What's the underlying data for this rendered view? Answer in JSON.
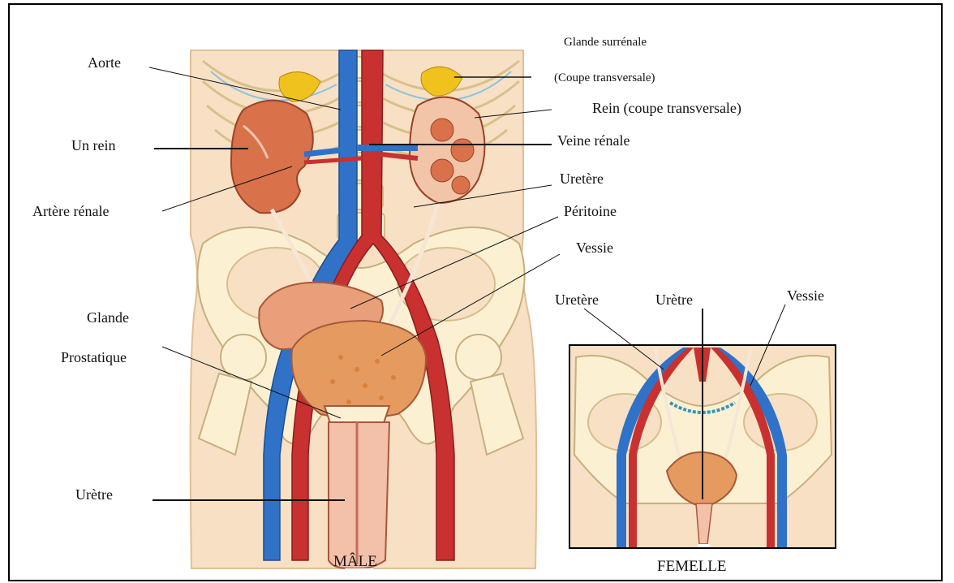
{
  "colors": {
    "skin": "#f7e0c4",
    "bone": "#fbf1d2",
    "artery": "#c8312f",
    "vein": "#2f72c8",
    "organ": "#d9714a",
    "bladder": "#e59b5f",
    "nerve": "#f0c21e"
  },
  "labels": {
    "aorte": "Aorte",
    "un_rein": "Un rein",
    "artere_renale": "Artère rénale",
    "glande": "Glande",
    "prostatique": "Prostatique",
    "uretre_male": "Urètre",
    "glande_surrenale": "Glande surrénale",
    "coupe_transversale": "(Coupe transversale)",
    "rein_coupe": "Rein (coupe transversale)",
    "veine_renale": "Veine rénale",
    "uretere_male": "Uretère",
    "peritoine": "Péritoine",
    "vessie_male": "Vessie",
    "uretere_femelle": "Uretère",
    "uretre_femelle": "Urètre",
    "vessie_femelle": "Vessie"
  },
  "captions": {
    "male": "MÂLE",
    "femelle": "FEMELLE"
  }
}
